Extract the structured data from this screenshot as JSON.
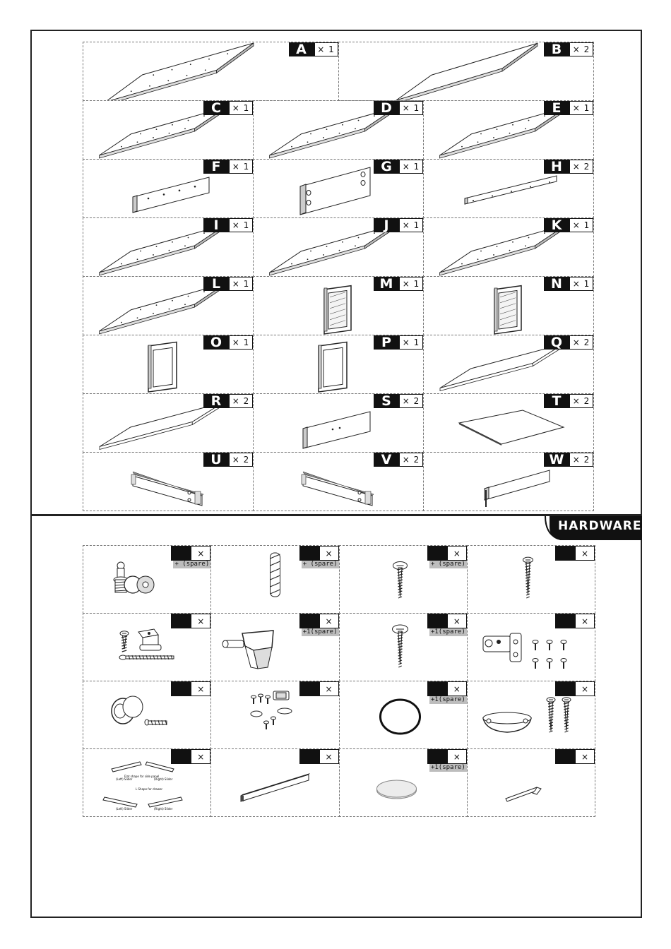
{
  "parts": [
    [
      {
        "letter": "A",
        "qty": "× 1",
        "icon": "large-panel-with-holes"
      },
      {
        "letter": "B",
        "qty": "× 2",
        "icon": "large-plain-panel"
      }
    ],
    [
      {
        "letter": "C",
        "qty": "× 1",
        "icon": "panel-with-holes"
      },
      {
        "letter": "D",
        "qty": "× 1",
        "icon": "panel-with-holes"
      },
      {
        "letter": "E",
        "qty": "× 1",
        "icon": "panel-with-holes"
      }
    ],
    [
      {
        "letter": "F",
        "qty": "× 1",
        "icon": "rail-board"
      },
      {
        "letter": "G",
        "qty": "× 1",
        "icon": "slotted-board"
      },
      {
        "letter": "H",
        "qty": "× 2",
        "icon": "thin-rail"
      }
    ],
    [
      {
        "letter": "I",
        "qty": "× 1",
        "icon": "panel-with-holes"
      },
      {
        "letter": "J",
        "qty": "× 1",
        "icon": "panel-with-holes"
      },
      {
        "letter": "K",
        "qty": "× 1",
        "icon": "panel-with-holes"
      }
    ],
    [
      {
        "letter": "L",
        "qty": "× 1",
        "icon": "panel-with-holes"
      },
      {
        "letter": "M",
        "qty": "× 1",
        "icon": "glass-door"
      },
      {
        "letter": "N",
        "qty": "× 1",
        "icon": "glass-door"
      }
    ],
    [
      {
        "letter": "O",
        "qty": "× 1",
        "icon": "door-frame"
      },
      {
        "letter": "P",
        "qty": "× 1",
        "icon": "door-frame"
      },
      {
        "letter": "Q",
        "qty": "× 2",
        "icon": "thin-back-panel"
      }
    ],
    [
      {
        "letter": "R",
        "qty": "× 2",
        "icon": "thin-back-panel"
      },
      {
        "letter": "S",
        "qty": "× 2",
        "icon": "drawer-front"
      },
      {
        "letter": "T",
        "qty": "× 2",
        "icon": "square-board"
      }
    ],
    [
      {
        "letter": "U",
        "qty": "× 2",
        "icon": "drawer-side"
      },
      {
        "letter": "V",
        "qty": "× 2",
        "icon": "drawer-side"
      },
      {
        "letter": "W",
        "qty": "× 2",
        "icon": "drawer-back"
      }
    ]
  ],
  "hardware_title": "HARDWARE",
  "hardware": [
    [
      {
        "x": "×",
        "spare": "+ (spare)",
        "icon": "cam-lock-icon"
      },
      {
        "x": "×",
        "spare": "+ (spare)",
        "icon": "wood-dowel-icon"
      },
      {
        "x": "×",
        "spare": "+ (spare)",
        "icon": "short-screw-icon"
      },
      {
        "x": "×",
        "spare": "",
        "icon": "long-screw-icon"
      }
    ],
    [
      {
        "x": "×",
        "spare": "",
        "icon": "wall-anchor-kit-icon"
      },
      {
        "x": "×",
        "spare": "+1(spare)",
        "icon": "shelf-support-icon"
      },
      {
        "x": "×",
        "spare": "+1(spare)",
        "icon": "screw-icon"
      },
      {
        "x": "×",
        "spare": "",
        "icon": "hinge-icon"
      }
    ],
    [
      {
        "x": "×",
        "spare": "",
        "icon": "knob-icon"
      },
      {
        "x": "×",
        "spare": "",
        "icon": "magnetic-catch-icon"
      },
      {
        "x": "×",
        "spare": "+1(spare)",
        "icon": "rubber-ring-icon"
      },
      {
        "x": "×",
        "spare": "",
        "icon": "cup-handle-icon"
      }
    ],
    [
      {
        "x": "×",
        "spare": "",
        "icon": "drawer-slider-icon"
      },
      {
        "x": "×",
        "spare": "",
        "icon": "rail-strip-icon"
      },
      {
        "x": "×",
        "spare": "+1(spare)",
        "icon": "felt-pad-icon"
      },
      {
        "x": "×",
        "spare": "",
        "icon": "allen-key-icon"
      }
    ]
  ],
  "slider_labels": {
    "flat": "Flat shape for side panel",
    "l_shape": "L Shape for drawer",
    "left": "(Left) Slider",
    "right": "(Right) Slider"
  }
}
